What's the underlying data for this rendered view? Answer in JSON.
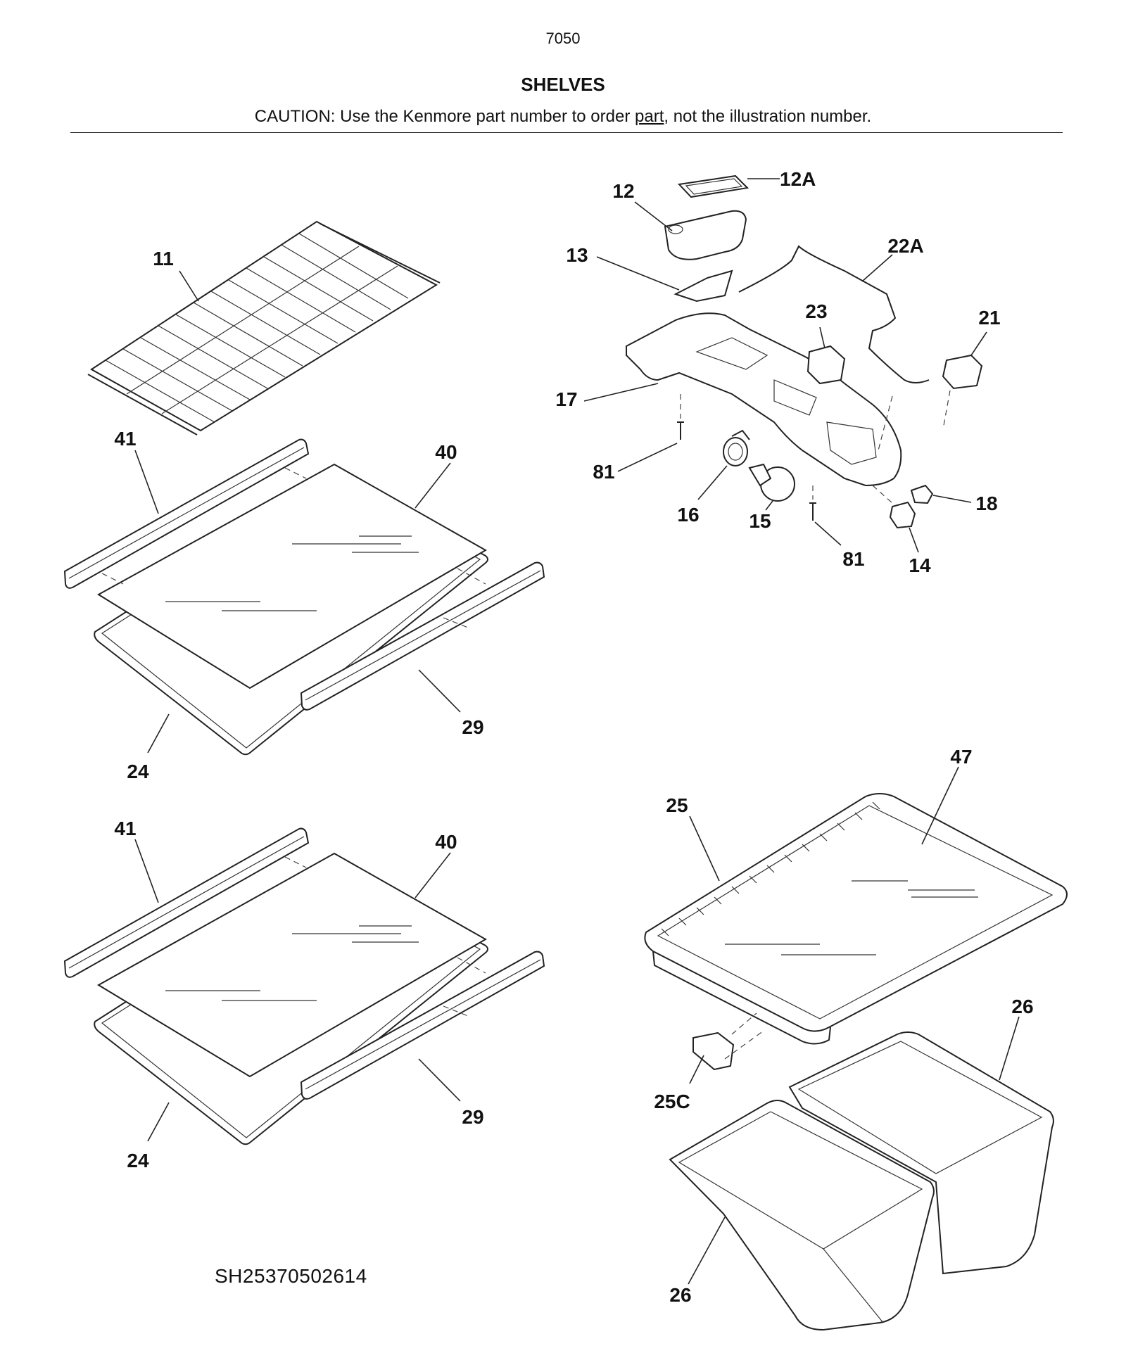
{
  "header": {
    "page_number": "7050",
    "title": "SHELVES",
    "caution_before": "CAUTION: Use the Kenmore part number to order ",
    "caution_link": "part",
    "caution_after": ", not the illustration number."
  },
  "callouts": {
    "c11": "11",
    "c41a": "41",
    "c40a": "40",
    "c29a": "29",
    "c24a": "24",
    "c41b": "41",
    "c40b": "40",
    "c29b": "29",
    "c24b": "24",
    "c12": "12",
    "c12A": "12A",
    "c13": "13",
    "c22A": "22A",
    "c23": "23",
    "c21": "21",
    "c17": "17",
    "c81a": "81",
    "c16": "16",
    "c15": "15",
    "c18": "18",
    "c81b": "81",
    "c14": "14",
    "c47": "47",
    "c25": "25",
    "c25C": "25C",
    "c26a": "26",
    "c26b": "26"
  },
  "footer": {
    "code": "SH25370502614"
  }
}
